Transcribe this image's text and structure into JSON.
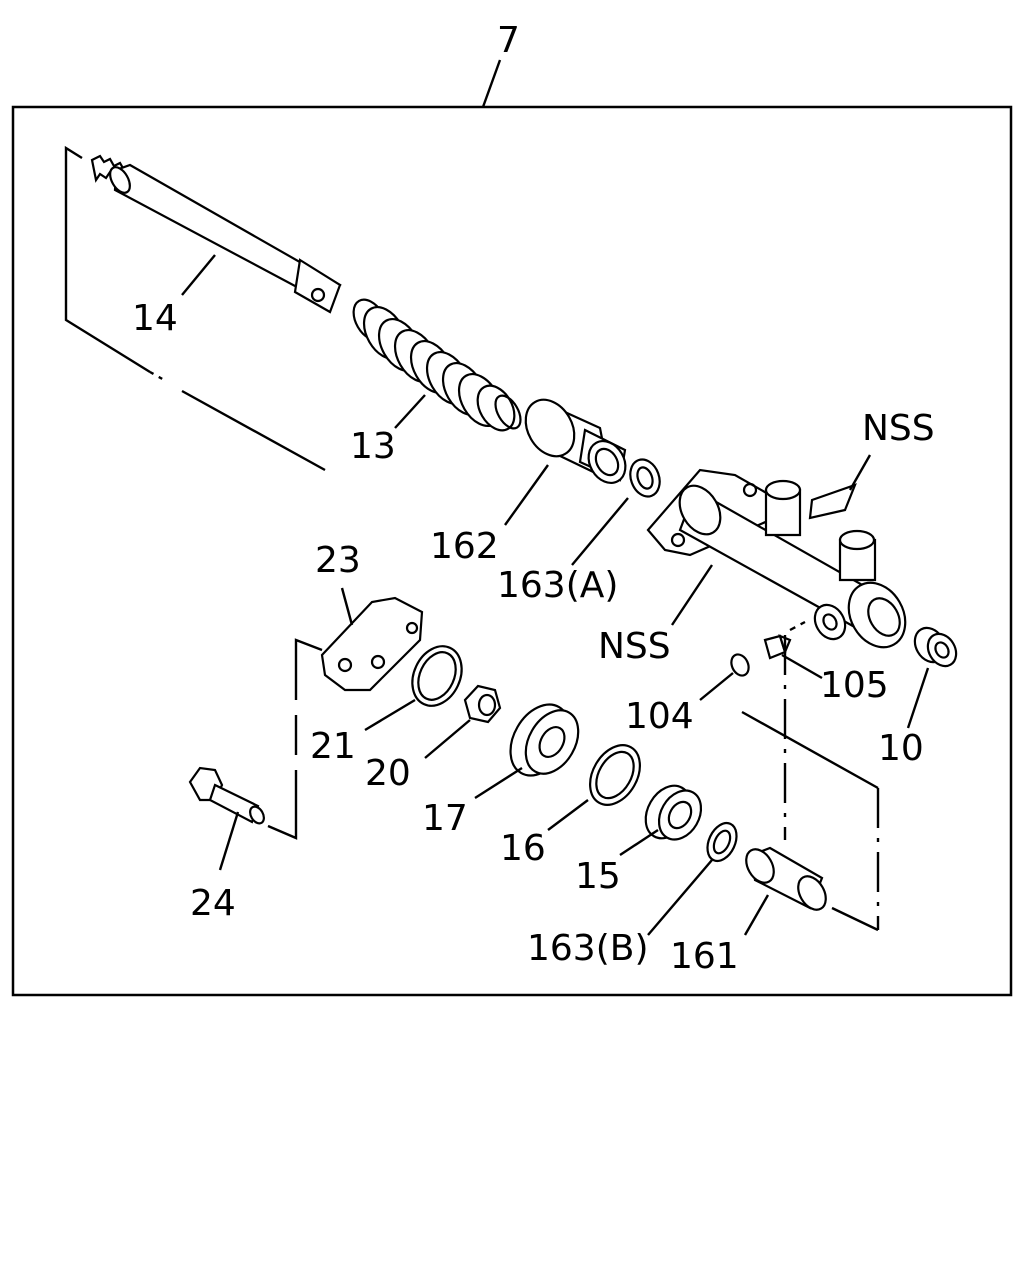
{
  "diagram": {
    "assembly_callout": "7",
    "labels": {
      "p14": "14",
      "p13": "13",
      "p162": "162",
      "p163a": "163(A)",
      "nss_top": "NSS",
      "nss_body": "NSS",
      "p23": "23",
      "p21": "21",
      "p20": "20",
      "p17": "17",
      "p16": "16",
      "p15": "15",
      "p163b": "163(B)",
      "p161": "161",
      "p104": "104",
      "p105": "105",
      "p10": "10",
      "p24": "24"
    }
  }
}
